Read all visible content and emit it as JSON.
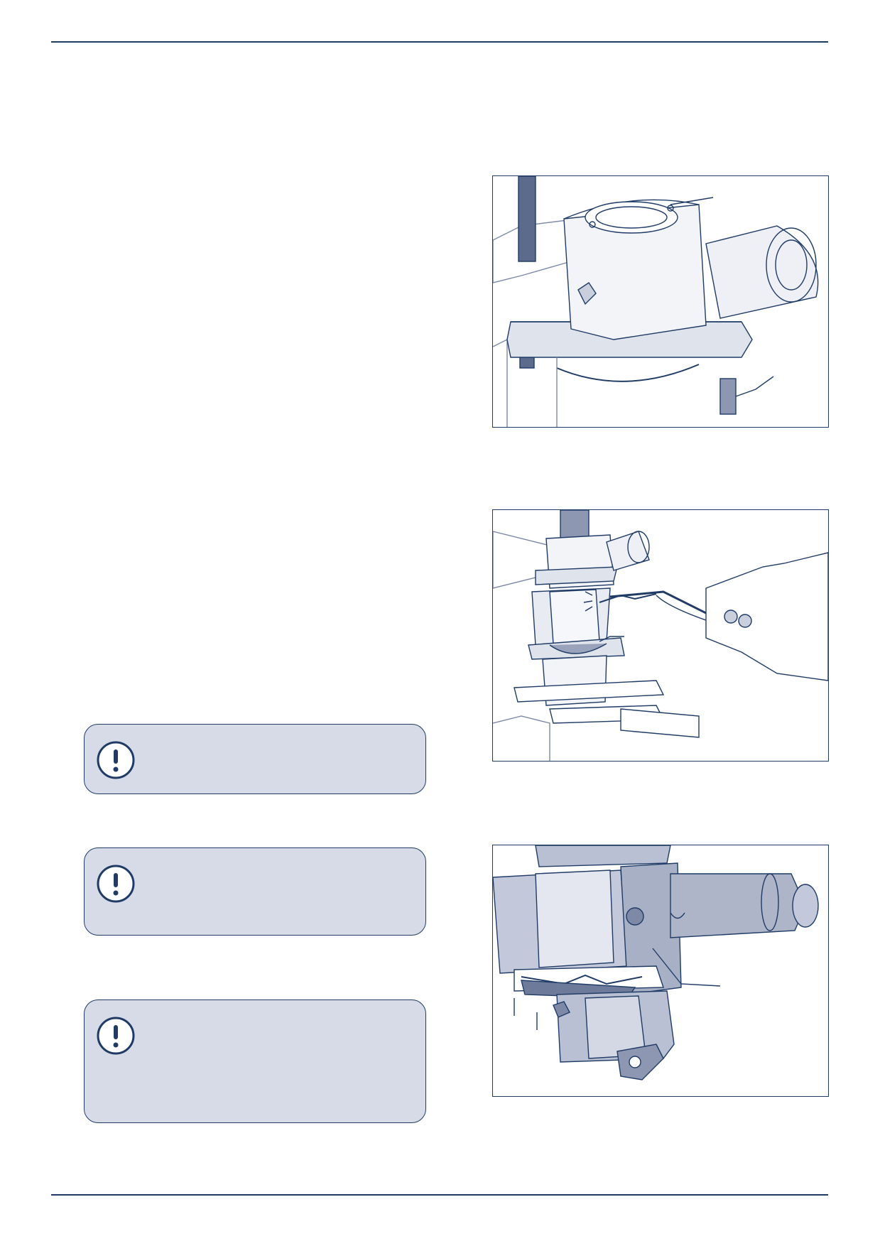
{
  "colors": {
    "rule": "#1f3b66",
    "note_bg": "#d7dbe7",
    "line_art": "#1f3b66",
    "shade": "#9aa3bc"
  },
  "notes": [
    {
      "icon": "exclamation-icon",
      "text": ""
    },
    {
      "icon": "exclamation-icon",
      "text": ""
    },
    {
      "icon": "exclamation-icon",
      "text": ""
    }
  ],
  "figures": [
    {
      "subject": "housing-on-press"
    },
    {
      "subject": "heating-with-torch"
    },
    {
      "subject": "housing-assembly"
    }
  ]
}
